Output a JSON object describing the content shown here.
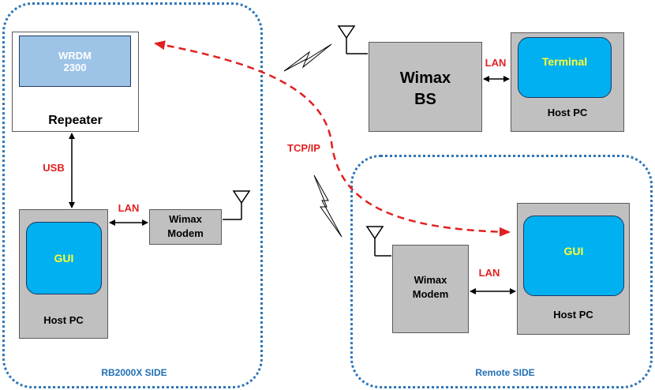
{
  "groups": {
    "rb2000x_label": "RB2000X SIDE",
    "remote_label": "Remote SIDE"
  },
  "repeater": {
    "screen_line1": "WRDM",
    "screen_line2": "2300",
    "label": "Repeater"
  },
  "links": {
    "usb": "USB",
    "lan_left": "LAN",
    "lan_top": "LAN",
    "lan_remote": "LAN",
    "tcpip": "TCP/IP"
  },
  "host_pc_left": {
    "screen": "GUI",
    "label": "Host PC"
  },
  "wimax_modem_left": {
    "line1": "Wimax",
    "line2": "Modem"
  },
  "wimax_bs": {
    "line1": "Wimax",
    "line2": "BS"
  },
  "host_pc_top": {
    "screen": "Terminal",
    "label": "Host PC"
  },
  "wimax_modem_remote": {
    "line1": "Wimax",
    "line2": "Modem"
  },
  "host_pc_remote": {
    "screen": "GUI",
    "label": "Host PC"
  },
  "colors": {
    "group_border": "#2e75b6",
    "screen_blue": "#00b0f0",
    "screen_light": "#9dc3e6",
    "box_gray": "#c0c0c0",
    "link_red": "#e02020",
    "label_yellow": "#ffff33"
  }
}
